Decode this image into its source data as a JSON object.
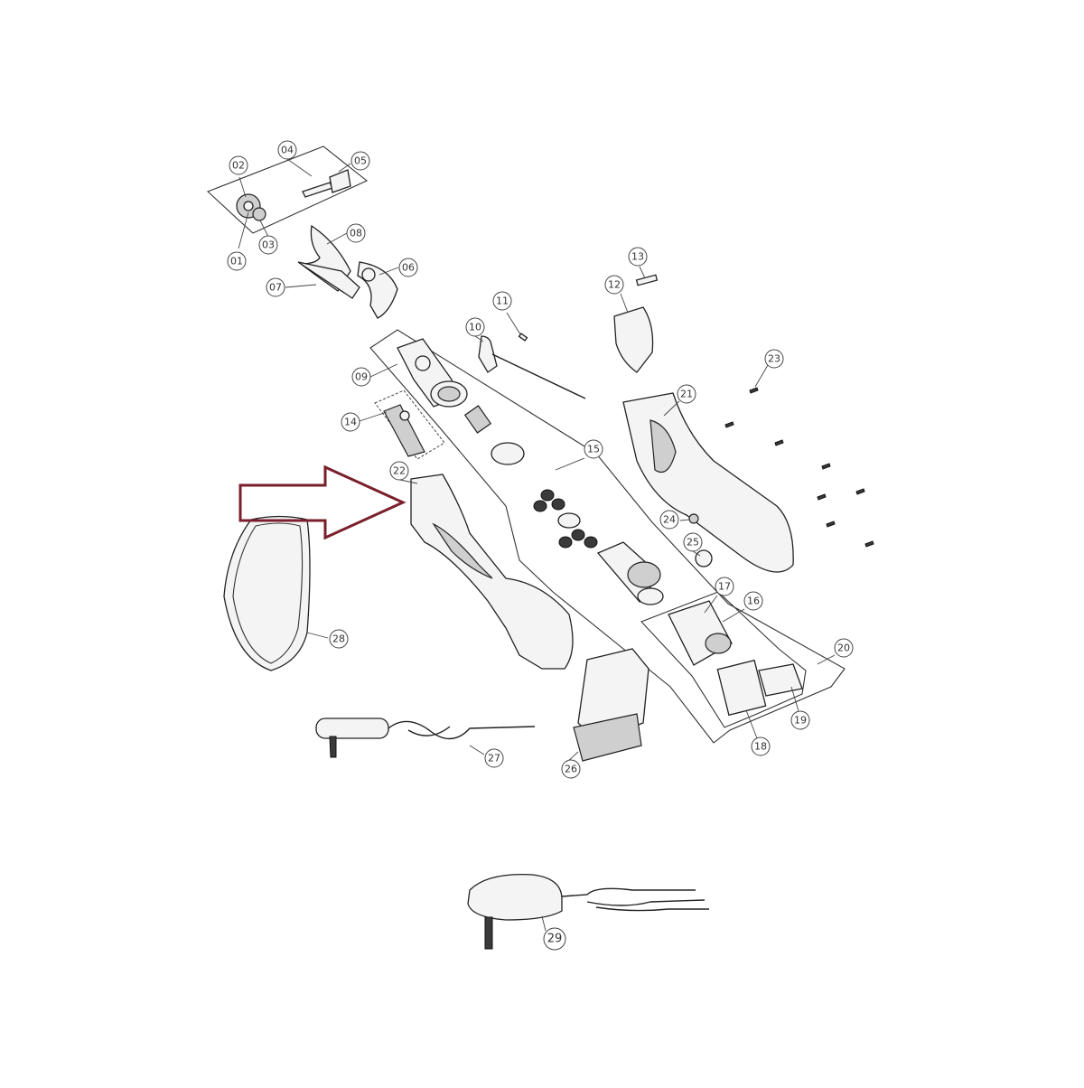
{
  "diagram": {
    "callouts": [
      {
        "id": "p01",
        "number": "01"
      },
      {
        "id": "p02",
        "number": "02"
      },
      {
        "id": "p03",
        "number": "03"
      },
      {
        "id": "p04",
        "number": "04"
      },
      {
        "id": "p05",
        "number": "05"
      },
      {
        "id": "p06",
        "number": "06"
      },
      {
        "id": "p07",
        "number": "07"
      },
      {
        "id": "p08",
        "number": "08"
      },
      {
        "id": "p09",
        "number": "09"
      },
      {
        "id": "p10",
        "number": "10"
      },
      {
        "id": "p11",
        "number": "11"
      },
      {
        "id": "p12",
        "number": "12"
      },
      {
        "id": "p13",
        "number": "13"
      },
      {
        "id": "p14",
        "number": "14"
      },
      {
        "id": "p15",
        "number": "15"
      },
      {
        "id": "p16",
        "number": "16"
      },
      {
        "id": "p17",
        "number": "17"
      },
      {
        "id": "p18",
        "number": "18"
      },
      {
        "id": "p19",
        "number": "19"
      },
      {
        "id": "p20",
        "number": "20"
      },
      {
        "id": "p21",
        "number": "21"
      },
      {
        "id": "p22",
        "number": "22"
      },
      {
        "id": "p23",
        "number": "23"
      },
      {
        "id": "p24",
        "number": "24"
      },
      {
        "id": "p25",
        "number": "25"
      },
      {
        "id": "p26",
        "number": "26"
      },
      {
        "id": "p27",
        "number": "27"
      },
      {
        "id": "p28",
        "number": "28"
      },
      {
        "id": "p29",
        "number": "29"
      }
    ],
    "highlight_color": "#7a1f2b",
    "line_color": "#222222"
  }
}
